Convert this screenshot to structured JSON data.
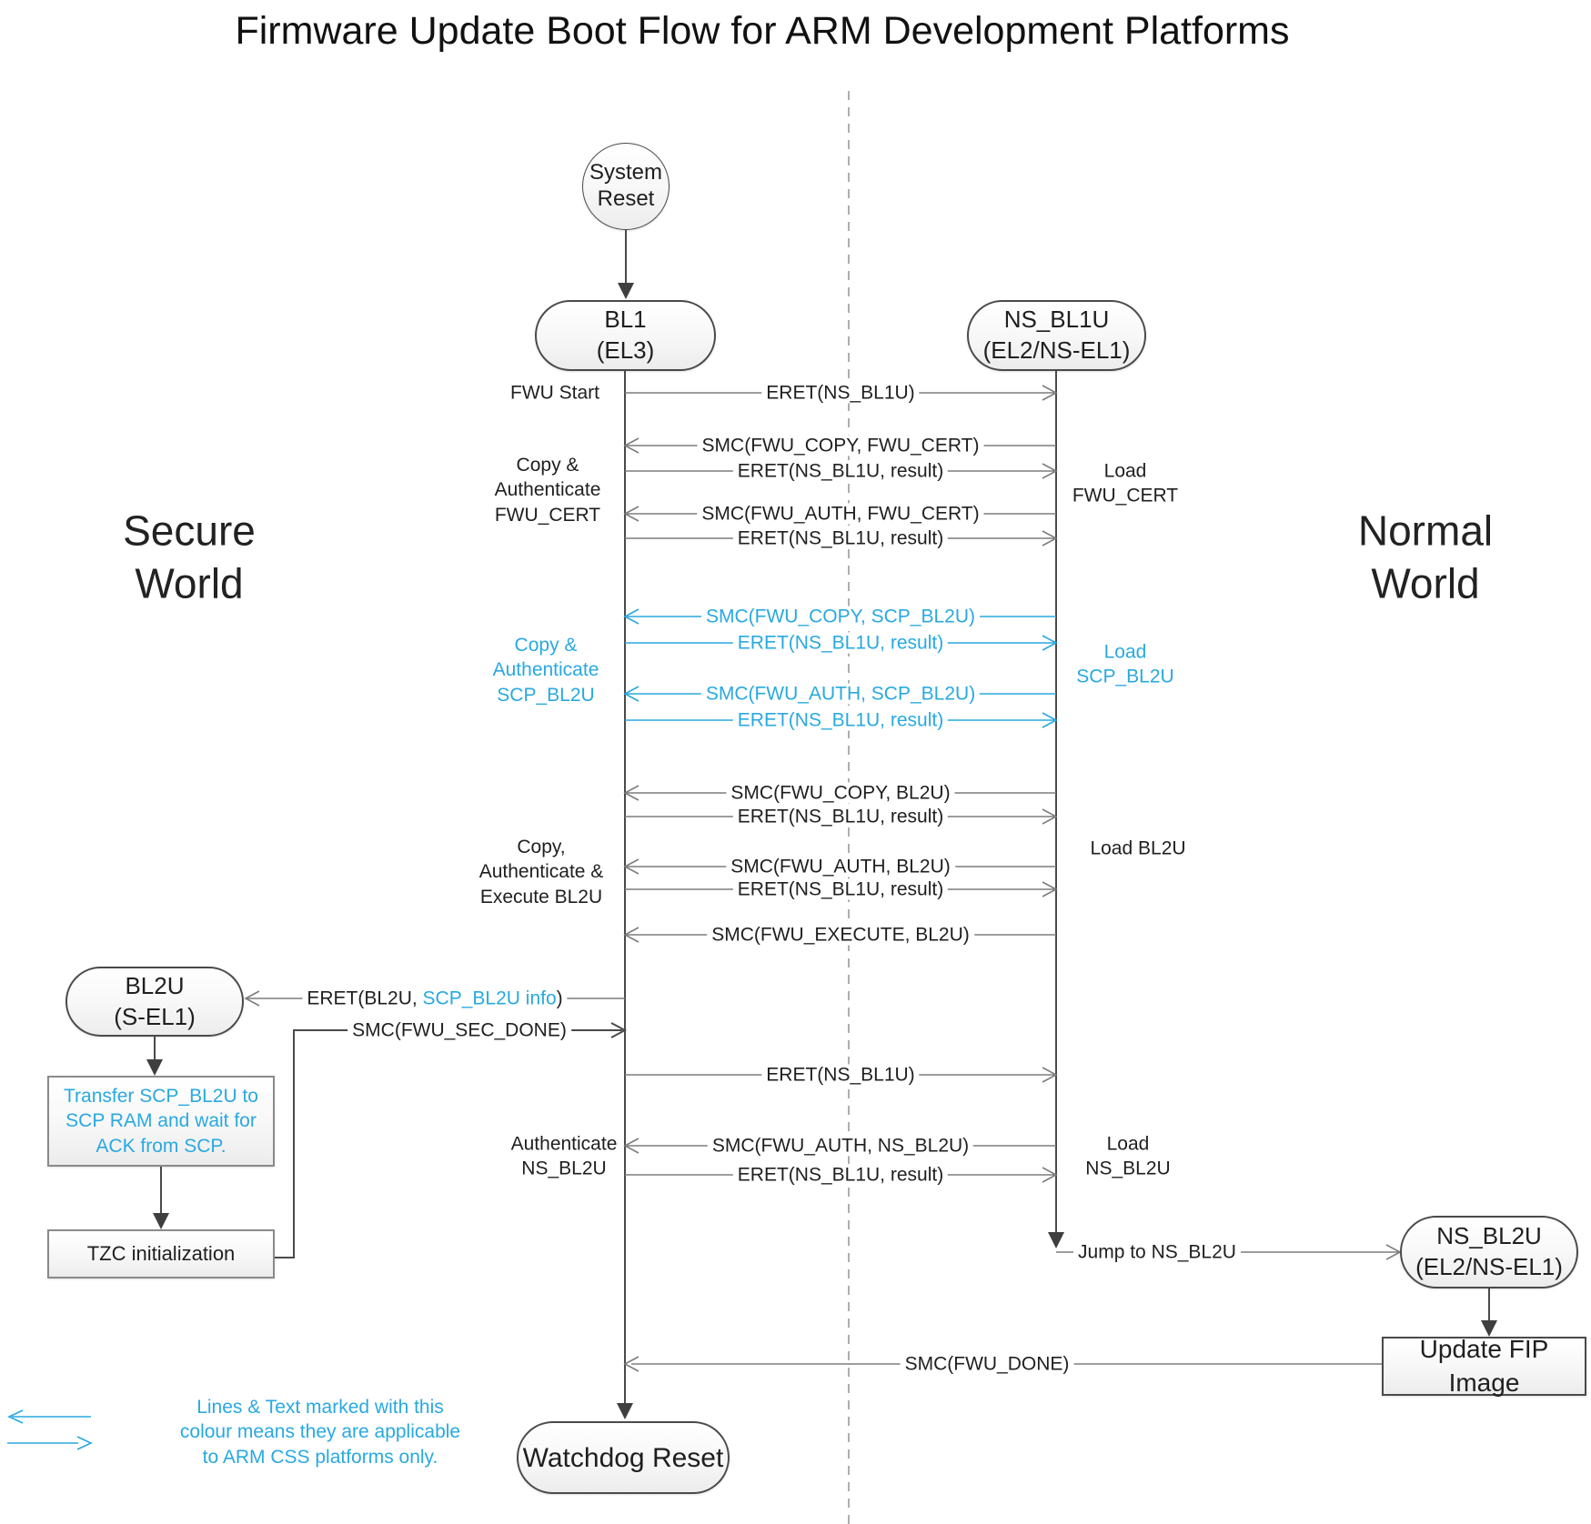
{
  "title": "Firmware Update Boot Flow for ARM Development Platforms",
  "colors": {
    "accent": "#29A9E0",
    "line_gray": "#7d7d7d",
    "line_dark": "#4a4a4a"
  },
  "worlds": {
    "secure": "Secure\nWorld",
    "normal": "Normal\nWorld"
  },
  "nodes": {
    "system_reset": "System\nReset",
    "bl1": "BL1\n(EL3)",
    "ns_bl1u": "NS_BL1U\n(EL2/NS-EL1)",
    "bl2u": "BL2U\n(S-EL1)",
    "transfer_scp": "Transfer SCP_BL2U to\nSCP RAM and wait for\nACK from SCP.",
    "tzc": "TZC initialization",
    "ns_bl2u": "NS_BL2U\n(EL2/NS-EL1)",
    "update_fip": "Update FIP Image",
    "watchdog": "Watchdog Reset"
  },
  "messages": {
    "m1": "ERET(NS_BL1U)",
    "m2": "SMC(FWU_COPY, FWU_CERT)",
    "m3": "ERET(NS_BL1U, result)",
    "m4": "SMC(FWU_AUTH, FWU_CERT)",
    "m5": "ERET(NS_BL1U, result)",
    "m6": "SMC(FWU_COPY, SCP_BL2U)",
    "m7": "ERET(NS_BL1U, result)",
    "m8": "SMC(FWU_AUTH, SCP_BL2U)",
    "m9": "ERET(NS_BL1U, result)",
    "m10": "SMC(FWU_COPY, BL2U)",
    "m11": "ERET(NS_BL1U, result)",
    "m12": "SMC(FWU_AUTH, BL2U)",
    "m13": "ERET(NS_BL1U, result)",
    "m14": "SMC(FWU_EXECUTE, BL2U)",
    "m15_prefix": "ERET(BL2U, ",
    "m15_highlight": "SCP_BL2U info",
    "m15_suffix": ")",
    "m16": "SMC(FWU_SEC_DONE)",
    "m17": "ERET(NS_BL1U)",
    "m18": "SMC(FWU_AUTH, NS_BL2U)",
    "m19": "ERET(NS_BL1U, result)",
    "m20": "Jump to NS_BL2U",
    "m21": "SMC(FWU_DONE)"
  },
  "side_labels": {
    "fwu_start": "FWU Start",
    "copy_auth_fwu_cert": "Copy &\nAuthenticate\nFWU_CERT",
    "copy_auth_scp_bl2u": "Copy &\nAuthenticate\nSCP_BL2U",
    "copy_auth_exec_bl2u": "Copy,\nAuthenticate &\nExecute BL2U",
    "auth_ns_bl2u": "Authenticate\nNS_BL2U",
    "load_fwu_cert": "Load\nFWU_CERT",
    "load_scp_bl2u": "Load\nSCP_BL2U",
    "load_bl2u": "Load BL2U",
    "load_ns_bl2u": "Load\nNS_BL2U"
  },
  "legend": {
    "note": "Lines & Text marked with this\ncolour means they are applicable\nto ARM CSS platforms only."
  }
}
